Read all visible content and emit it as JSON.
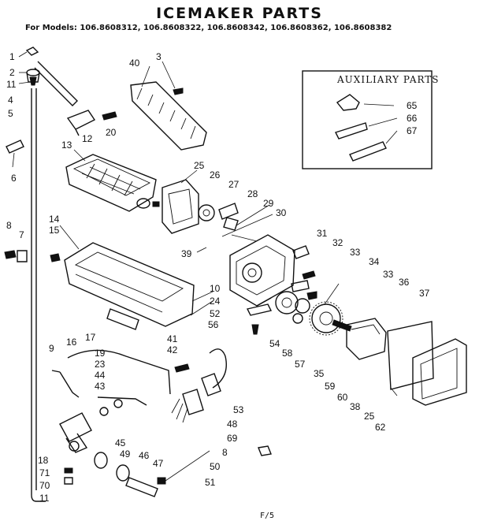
{
  "title": "ICEMAKER PARTS",
  "models_line": "For Models: 106.8608312, 106.8608322, 106.8608342, 106.8608362, 106.8608382",
  "aux_title": "AUXILIARY PARTS",
  "footer": "F/5",
  "labels": [
    "1",
    "2",
    "11",
    "4",
    "5",
    "6",
    "8",
    "7",
    "12",
    "20",
    "13",
    "40",
    "3",
    "25",
    "26",
    "27",
    "28",
    "29",
    "30",
    "14",
    "15",
    "39",
    "31",
    "32",
    "33",
    "34",
    "33",
    "36",
    "37",
    "10",
    "24",
    "52",
    "56",
    "9",
    "16",
    "17",
    "19",
    "41",
    "42",
    "23",
    "44",
    "43",
    "54",
    "58",
    "57",
    "35",
    "59",
    "60",
    "38",
    "25",
    "62",
    "45",
    "49",
    "46",
    "47",
    "53",
    "48",
    "69",
    "8",
    "50",
    "51",
    "18",
    "71",
    "70",
    "11",
    "65",
    "66",
    "67"
  ]
}
